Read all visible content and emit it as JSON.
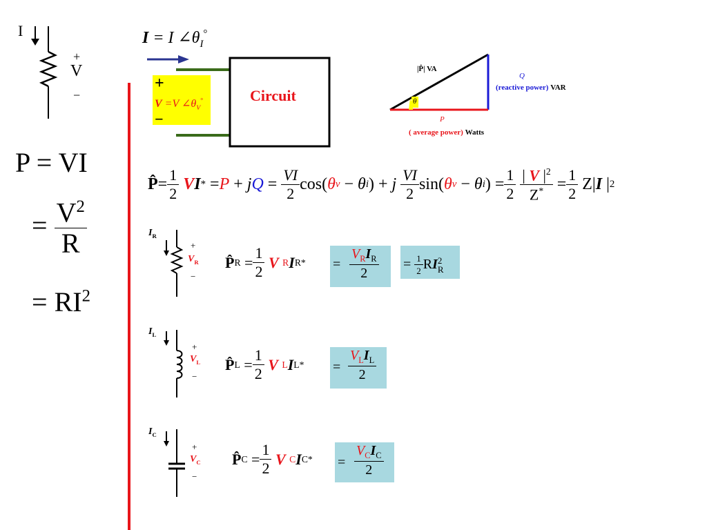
{
  "left_panel": {
    "current_label": "I",
    "plus": "+",
    "voltage_label": "V",
    "minus": "−",
    "eq1_lhs": "P",
    "eq1_rhs": "VI",
    "eq2_num_base": "V",
    "eq2_num_exp": "2",
    "eq2_den": "R",
    "eq3_rhs": "RI",
    "eq3_exp": "2"
  },
  "circuit": {
    "current_phasor": "I",
    "current_rhs": "= I ∠θ",
    "current_sub": "I",
    "current_sup": "°",
    "plus": "+",
    "minus": "−",
    "voltage_phasor": "V",
    "voltage_rhs": "=V ∠θ",
    "voltage_sub": "V",
    "voltage_sup": "°",
    "box_label": "Circuit"
  },
  "triangle": {
    "hyp_label": "|P̂|  VA",
    "opp_var": "Q",
    "opp_desc": "(reactive power)",
    "opp_unit": "VAR",
    "adj_var": "P",
    "adj_desc": "( average power)",
    "adj_unit": "Watts",
    "angle": "θ"
  },
  "main_equation": {
    "lhs": "P̂",
    "eq": "=",
    "one": "1",
    "two": "2",
    "V": "V",
    "I": "I",
    "star": "*",
    "P": "P",
    "plus": "+",
    "j": "j",
    "Q": "Q",
    "VI": "VI",
    "cos": "cos(",
    "sin": "sin(",
    "theta_v": "θ",
    "sub_v": "v",
    "minus": "−",
    "theta_i": "θ",
    "sub_i": "i",
    "close": ")",
    "Z": "Z",
    "Zbar": "Z|",
    "abs_close": "|",
    "sq": "2"
  },
  "resistor": {
    "current": "I",
    "current_sub": "R",
    "plus": "+",
    "v": "V",
    "v_sub": "R",
    "minus": "−",
    "lhs": "P̂",
    "lhs_sub": "R",
    "coef_num": "1",
    "coef_den": "2",
    "rhs_V": "V",
    "rhs_Vsub": "R",
    "rhs_I": "I",
    "rhs_Isub": "R",
    "star": "*",
    "box1_num_V": "V",
    "box1_num_Vsub": "R",
    "box1_num_I": "I",
    "box1_num_Isub": "R",
    "box1_den": "2",
    "box2_R": "R",
    "box2_I": "I",
    "box2_sub": "R",
    "box2_sup": "2"
  },
  "inductor": {
    "current": "I",
    "current_sub": "L",
    "plus": "+",
    "v": "V",
    "v_sub": "L",
    "minus": "−",
    "lhs": "P̂",
    "lhs_sub": "L",
    "coef_num": "1",
    "coef_den": "2",
    "rhs_V": "V",
    "rhs_Vsub": "L",
    "rhs_I": "I",
    "rhs_Isub": "L",
    "star": "*",
    "box_num_V": "V",
    "box_num_Vsub": "L",
    "box_num_I": "I",
    "box_num_Isub": "L",
    "box_den": "2"
  },
  "capacitor": {
    "current": "I",
    "current_sub": "C",
    "plus": "+",
    "v": "V",
    "v_sub": "C",
    "minus": "−",
    "lhs": "P̂",
    "lhs_sub": "C",
    "coef_num": "1",
    "coef_den": "2",
    "rhs_V": "V",
    "rhs_Vsub": "C",
    "rhs_I": "I",
    "rhs_Isub": "C",
    "star": "*",
    "box_num_V": "V",
    "box_num_Vsub": "C",
    "box_num_I": "I",
    "box_num_Isub": "C",
    "box_den": "2"
  },
  "colors": {
    "red": "#e8151b",
    "blue": "#1a1ad6",
    "yellow": "#ffff00",
    "green": "#3a6b1a",
    "teal_box": "#a8d8e0",
    "navy_arrow": "#2a3591"
  }
}
